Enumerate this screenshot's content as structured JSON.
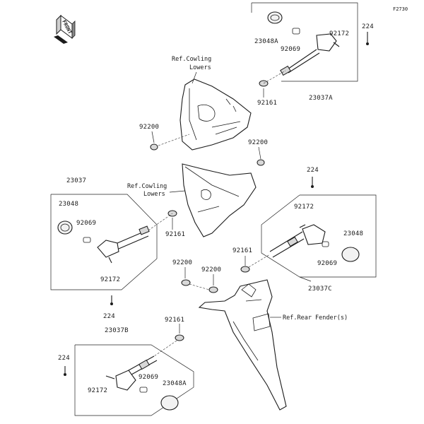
{
  "figure_code": "F2730",
  "front_marker": "FRONT",
  "refs": {
    "cowling_lowers_1_line1": "Ref.Cowling",
    "cowling_lowers_1_line2": "Lowers",
    "cowling_lowers_2_line1": "Ref.Cowling",
    "cowling_lowers_2_line2": "Lowers",
    "rear_fender": "Ref.Rear Fender(s)"
  },
  "assembly_groups": {
    "top_right": {
      "assembly": "23037A",
      "lens": "23048A",
      "bulb": "92069",
      "screw": "92172",
      "bolt": "224",
      "grommet": "92161",
      "damper": "92200"
    },
    "left": {
      "assembly": "23037",
      "lens": "23048",
      "bulb": "92069",
      "screw": "92172",
      "bolt": "224",
      "grommet": "92161"
    },
    "right": {
      "assembly": "23037C",
      "lens": "23048",
      "bulb": "92069",
      "screw": "92172",
      "bolt": "224",
      "grommet": "92161",
      "damper": "92200"
    },
    "bottom": {
      "assembly": "23037B",
      "lens": "23048A",
      "bulb": "92069",
      "screw": "92172",
      "bolt": "224",
      "grommet": "92161",
      "damper_a": "92200",
      "damper_b": "92200"
    },
    "upper_damper": "92200"
  }
}
